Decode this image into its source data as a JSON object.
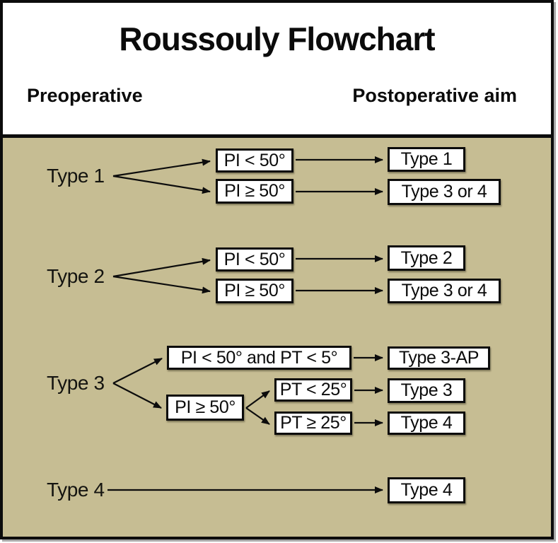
{
  "header": {
    "title": "Roussouly Flowchart",
    "left_column": "Preoperative",
    "right_column": "Postoperative aim"
  },
  "palette": {
    "body_background": "#c6bd93",
    "box_fill": "#ffffff",
    "line_color": "#0c0c0c"
  },
  "flow": {
    "rows": [
      {
        "label": "Type 1",
        "branches": [
          {
            "condition": "PI < 50°",
            "result": "Type 1"
          },
          {
            "condition": "PI ≥ 50°",
            "result": "Type 3 or 4"
          }
        ]
      },
      {
        "label": "Type 2",
        "branches": [
          {
            "condition": "PI < 50°",
            "result": "Type 2"
          },
          {
            "condition": "PI ≥ 50°",
            "result": "Type 3 or 4"
          }
        ]
      },
      {
        "label": "Type 3",
        "branches": [
          {
            "condition": "PI < 50° and PT < 5°",
            "result": "Type 3-AP"
          },
          {
            "condition": "PI ≥ 50°",
            "subbranches": [
              {
                "condition": "PT < 25°",
                "result": "Type 3"
              },
              {
                "condition": "PT ≥ 25°",
                "result": "Type 4"
              }
            ]
          }
        ]
      },
      {
        "label": "Type 4",
        "result": "Type 4"
      }
    ]
  }
}
